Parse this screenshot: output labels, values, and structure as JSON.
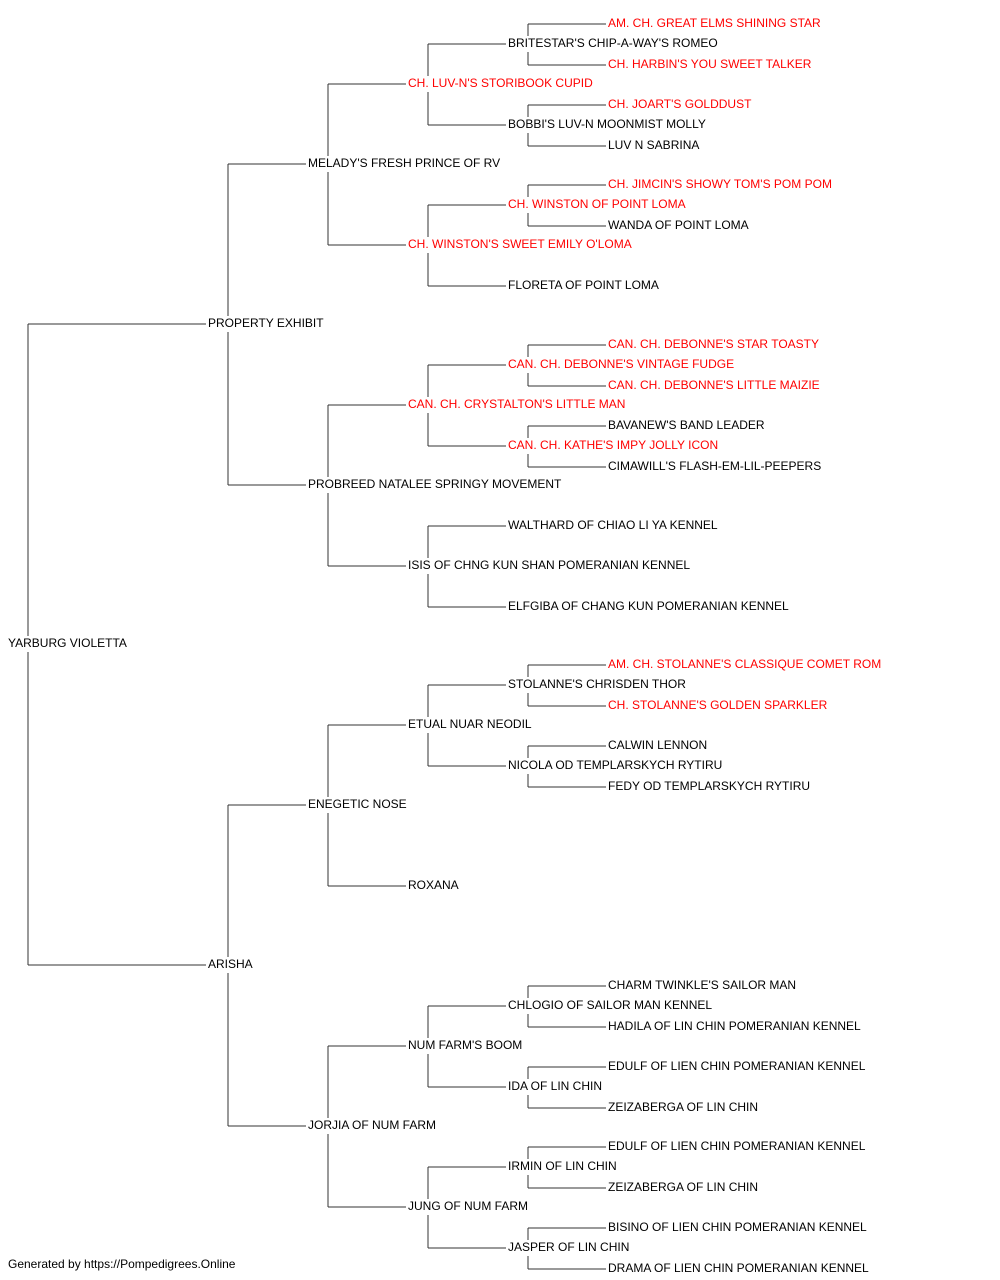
{
  "colors": {
    "normal": "#000000",
    "champion": "#ff0000",
    "line": "#333333"
  },
  "footer": "Generated by https://Pompedigrees.Online",
  "root": {
    "name": "YARBURG VIOLETTA",
    "champion": false,
    "sire": {
      "name": "PROPERTY EXHIBIT",
      "champion": false,
      "sire": {
        "name": "MELADY'S FRESH PRINCE OF RV",
        "champion": false,
        "sire": {
          "name": "CH. LUV-N'S STORIBOOK CUPID",
          "champion": true,
          "sire": {
            "name": "BRITESTAR'S CHIP-A-WAY'S ROMEO",
            "champion": false,
            "sire": {
              "name": "AM. CH. GREAT ELMS SHINING STAR",
              "champion": true
            },
            "dam": {
              "name": "CH. HARBIN'S YOU SWEET TALKER",
              "champion": true
            }
          },
          "dam": {
            "name": "BOBBI'S LUV-N MOONMIST MOLLY",
            "champion": false,
            "sire": {
              "name": "CH. JOART'S GOLDDUST",
              "champion": true
            },
            "dam": {
              "name": "LUV N SABRINA",
              "champion": false
            }
          }
        },
        "dam": {
          "name": "CH. WINSTON'S SWEET EMILY O'LOMA",
          "champion": true,
          "sire": {
            "name": "CH. WINSTON OF POINT LOMA",
            "champion": true,
            "sire": {
              "name": "CH. JIMCIN'S SHOWY TOM'S POM POM",
              "champion": true
            },
            "dam": {
              "name": "WANDA OF POINT LOMA",
              "champion": false
            }
          },
          "dam": {
            "name": "FLORETA OF POINT LOMA",
            "champion": false
          }
        }
      },
      "dam": {
        "name": "PROBREED NATALEE SPRINGY MOVEMENT",
        "champion": false,
        "sire": {
          "name": "CAN. CH. CRYSTALTON'S LITTLE MAN",
          "champion": true,
          "sire": {
            "name": "CAN. CH. DEBONNE'S VINTAGE FUDGE",
            "champion": true,
            "sire": {
              "name": "CAN. CH. DEBONNE'S STAR TOASTY",
              "champion": true
            },
            "dam": {
              "name": "CAN. CH. DEBONNE'S LITTLE MAIZIE",
              "champion": true
            }
          },
          "dam": {
            "name": "CAN. CH. KATHE'S IMPY JOLLY ICON",
            "champion": true,
            "sire": {
              "name": "BAVANEW'S BAND LEADER",
              "champion": false
            },
            "dam": {
              "name": "CIMAWILL'S FLASH-EM-LIL-PEEPERS",
              "champion": false
            }
          }
        },
        "dam": {
          "name": "ISIS OF CHNG KUN SHAN POMERANIAN KENNEL",
          "champion": false,
          "sire": {
            "name": "WALTHARD OF CHIAO LI YA KENNEL",
            "champion": false
          },
          "dam": {
            "name": "ELFGIBA OF CHANG KUN POMERANIAN KENNEL",
            "champion": false
          }
        }
      }
    },
    "dam": {
      "name": "ARISHA",
      "champion": false,
      "sire": {
        "name": "ENEGETIC NOSE",
        "champion": false,
        "sire": {
          "name": "ETUAL NUAR NEODIL",
          "champion": false,
          "sire": {
            "name": "STOLANNE'S CHRISDEN THOR",
            "champion": false,
            "sire": {
              "name": "AM. CH. STOLANNE'S CLASSIQUE COMET ROM",
              "champion": true
            },
            "dam": {
              "name": "CH. STOLANNE'S GOLDEN SPARKLER",
              "champion": true
            }
          },
          "dam": {
            "name": "NICOLA OD TEMPLARSKYCH RYTIRU",
            "champion": false,
            "sire": {
              "name": "CALWIN LENNON",
              "champion": false
            },
            "dam": {
              "name": "FEDY OD TEMPLARSKYCH RYTIRU",
              "champion": false
            }
          }
        },
        "dam": {
          "name": "ROXANA",
          "champion": false
        }
      },
      "dam": {
        "name": "JORJIA OF NUM FARM",
        "champion": false,
        "sire": {
          "name": "NUM FARM'S BOOM",
          "champion": false,
          "sire": {
            "name": "CHLOGIO OF SAILOR MAN KENNEL",
            "champion": false,
            "sire": {
              "name": "CHARM TWINKLE'S SAILOR MAN",
              "champion": false
            },
            "dam": {
              "name": "HADILA OF LIN CHIN POMERANIAN KENNEL",
              "champion": false
            }
          },
          "dam": {
            "name": "IDA OF LIN CHIN",
            "champion": false,
            "sire": {
              "name": "EDULF OF LIEN CHIN POMERANIAN KENNEL",
              "champion": false
            },
            "dam": {
              "name": "ZEIZABERGA OF LIN CHIN",
              "champion": false
            }
          }
        },
        "dam": {
          "name": "JUNG OF NUM FARM",
          "champion": false,
          "sire": {
            "name": "IRMIN OF LIN CHIN",
            "champion": false,
            "sire": {
              "name": "EDULF OF LIEN CHIN POMERANIAN KENNEL",
              "champion": false
            },
            "dam": {
              "name": "ZEIZABERGA OF LIN CHIN",
              "champion": false
            }
          },
          "dam": {
            "name": "JASPER OF LIN CHIN",
            "champion": false,
            "sire": {
              "name": "BISINO OF LIEN CHIN POMERANIAN KENNEL",
              "champion": false
            },
            "dam": {
              "name": "DRAMA OF LIEN CHIN POMERANIAN KENNEL",
              "champion": false
            }
          }
        }
      }
    }
  }
}
